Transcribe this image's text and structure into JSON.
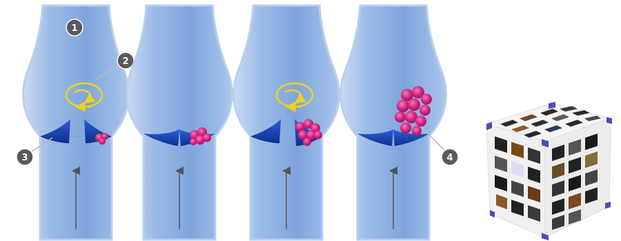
{
  "callouts": [
    {
      "id": "c1",
      "label": "1"
    },
    {
      "id": "c2",
      "label": "2"
    },
    {
      "id": "c3",
      "label": "3"
    },
    {
      "id": "c4",
      "label": "4"
    }
  ],
  "colors": {
    "vessel_body": "#8fb2e3",
    "vessel_outline": "#6f97d0",
    "valve_leaflet": "#1a47b8",
    "clot": "#d11f7a",
    "clot_highlight": "#ef5aa8",
    "swirl": "#f0d21a",
    "callout_badge": "#5a5a5a",
    "flow_arrow": "#555555",
    "cube_frame": "#ffffff",
    "cube_corner": "#4a4fb5"
  },
  "icons": {
    "flow_arrow": "up-arrow-icon",
    "swirl": "circulation-swirl-icon",
    "cube": "image-grid-cube-icon"
  }
}
